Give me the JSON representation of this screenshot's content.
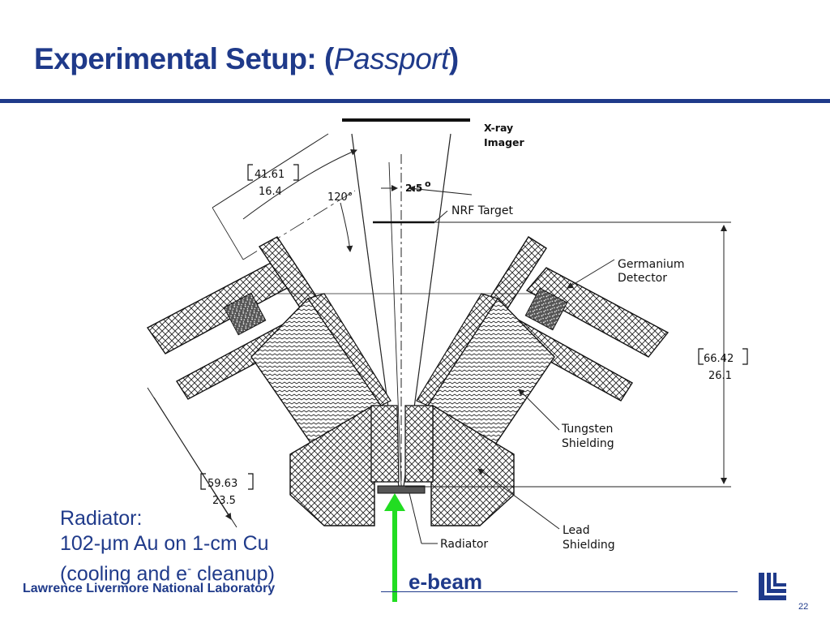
{
  "slide": {
    "title_main": "Experimental Setup: (",
    "title_italic": "Passport",
    "title_close": ")",
    "page_number": "22"
  },
  "diagram": {
    "labels": {
      "xray_line1": "X-ray",
      "xray_line2": "Imager",
      "nrf_target": "NRF Target",
      "germanium_line1": "Germanium",
      "germanium_line2": "Detector",
      "tungsten_line1": "Tungsten",
      "tungsten_line2": "Shielding",
      "lead_line1": "Lead",
      "lead_line2": "Shielding",
      "radiator": "Radiator",
      "angle_120": "120°",
      "angle_2_5": "2.5",
      "angle_2_5_deg": "o"
    },
    "dimensions": {
      "dim1_mm": "41.61",
      "dim1_in": "16.4",
      "dim2_mm": "66.42",
      "dim2_in": "26.1",
      "dim3_mm": "59.63",
      "dim3_in": "23.5"
    },
    "colors": {
      "beam_arrow": "#22dd22",
      "title": "#1f3a8a"
    }
  },
  "radiator_note": {
    "line1": "Radiator:",
    "line2": "102-μm Au on 1-cm Cu",
    "line3": "(cooling and e",
    "line3_sup": "-",
    "line3_end": " cleanup)"
  },
  "beam": {
    "label": "e-beam"
  },
  "footer": {
    "lab_name": "Lawrence Livermore National Laboratory"
  },
  "logo": {
    "icon": "llnl-logo-icon"
  }
}
